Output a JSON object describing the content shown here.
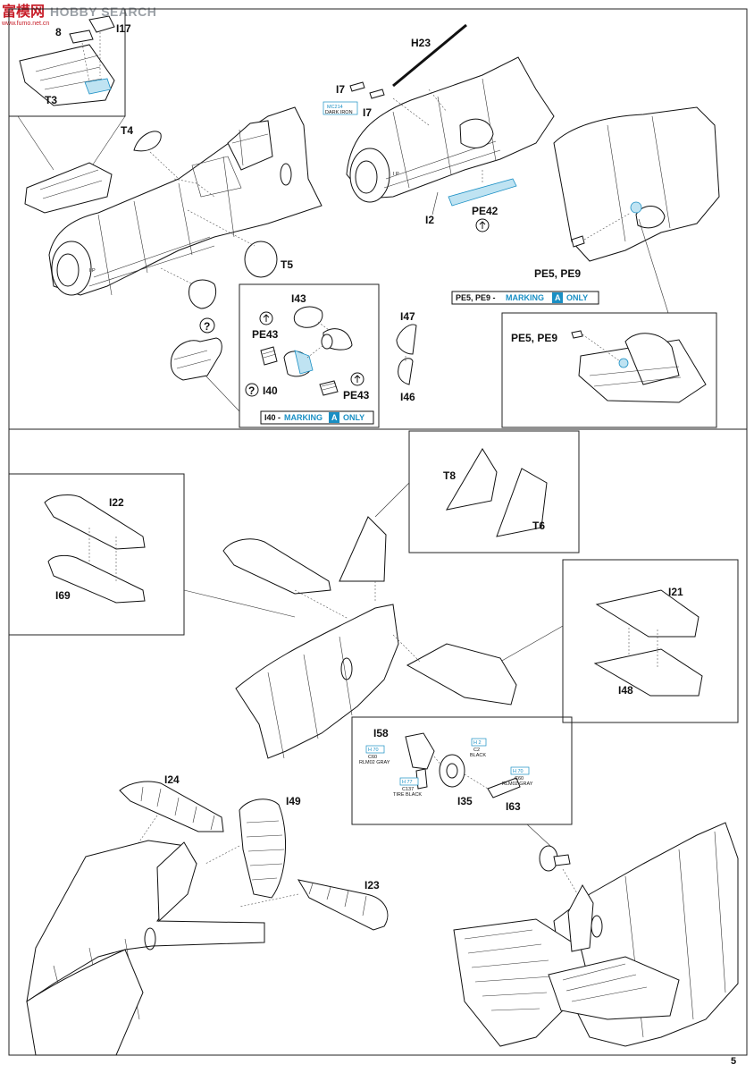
{
  "watermark": {
    "brand_cn": "富模网",
    "brand_en": "HOBBY SEARCH",
    "url": "www.fumo.net.cn"
  },
  "page_number": "5",
  "top_left_section": {
    "labels": {
      "t3": "T3",
      "i17": "I17",
      "i18_partial": "8",
      "t4": "T4",
      "t5": "T5",
      "i43": "I43",
      "pe43_a": "PE43",
      "pe43_b": "PE43",
      "i40": "I40",
      "i47": "I47",
      "i46": "I46"
    },
    "note": {
      "part": "I40 -",
      "marking": "MARKING",
      "letter": "A",
      "only": "ONLY"
    },
    "optional_symbol": "?"
  },
  "top_right_section": {
    "labels": {
      "h23": "H23",
      "i7_a": "I7",
      "i7_b": "I7",
      "i2": "I2",
      "pe42": "PE42",
      "pe5pe9_a": "PE5, PE9",
      "pe5pe9_b": "PE5, PE9"
    },
    "paint": {
      "code": "MC214",
      "name": "DARK IRON"
    },
    "note": {
      "part": "PE5, PE9 -",
      "marking": "MARKING",
      "letter": "A",
      "only": "ONLY"
    }
  },
  "middle_section": {
    "labels": {
      "t8": "T8",
      "t6": "T6",
      "i22": "I22",
      "i69": "I69",
      "i21": "I21",
      "i48": "I48"
    }
  },
  "bottom_section": {
    "labels": {
      "i24": "I24",
      "i49": "I49",
      "i23": "I23",
      "i58": "I58",
      "i35": "I35",
      "i63": "I63"
    },
    "paints": [
      {
        "h": "H 70",
        "c": "C60",
        "name": "RLM02 GRAY"
      },
      {
        "h": "H 2",
        "c": "C2",
        "name": "BLACK"
      },
      {
        "h": "H 77",
        "c": "C137",
        "name": "TIRE BLACK"
      },
      {
        "h": "H 70",
        "c": "C60",
        "name": "RLM02 GRAY"
      }
    ]
  },
  "colors": {
    "accent_blue": "#1a8fc4",
    "ink": "#111111",
    "watermark_red": "#c8202b"
  }
}
